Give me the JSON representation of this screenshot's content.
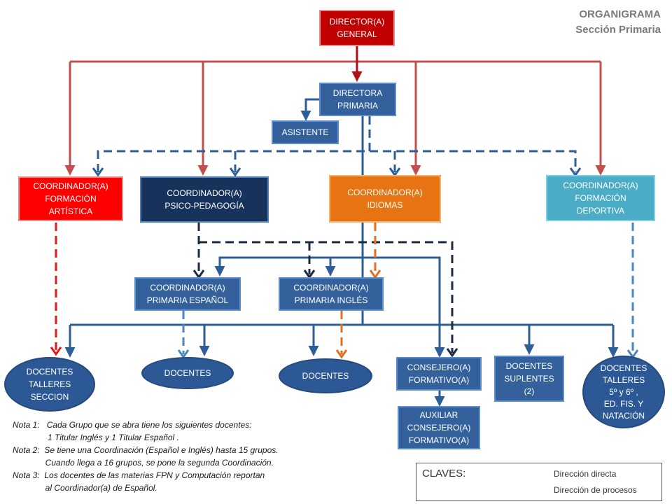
{
  "title": {
    "line1": "ORGANIGRAMA",
    "line2": "Sección Primaria"
  },
  "nodes": {
    "director_general": "DIRECTOR(A)\nGENERAL",
    "directora_primaria": "DIRECTORA\nPRIMARIA",
    "asistente": "ASISTENTE",
    "coord_artistica": "COORDINADOR(A)\nFORMACIÓN\nARTÍSTICA",
    "coord_psico": "COORDINADOR(A)\nPSICO-PEDAGOGÍA",
    "coord_idiomas": "COORDINADOR(A)\nIDIOMAS",
    "coord_deportiva": "COORDINADOR(A)\nFORMACIÓN\nDEPORTIVA",
    "coord_espanol": "COORDINADOR(A)\nPRIMARIA ESPAÑOL",
    "coord_ingles": "COORDINADOR(A)\nPRIMARIA INGLÉS",
    "docentes_talleres_seccion": "DOCENTES\nTALLERES\nSECCION",
    "docentes_1": "DOCENTES",
    "docentes_2": "DOCENTES",
    "consejero": "CONSEJERO(A)\nFORMATIVO(A)",
    "docentes_suplentes": "DOCENTES\nSUPLENTES\n(2)",
    "docentes_talleres_5_6": "DOCENTES\nTALLERES\n5º y 6º ,\nED. FIS. Y\nNATACIÓN",
    "auxiliar_consejero": "AUXILIAR\nCONSEJERO(A)\nFORMATIVO(A)"
  },
  "notes": [
    "Nota 1:   Cada Grupo que se abra tiene los siguientes docentes:",
    "               1 Titular Inglés y 1 Titular Español .",
    "Nota 2:  Se tiene una Coordinación (Español e Inglés) hasta 15 grupos.",
    "              Cuando llega a 16 grupos, se pone la segunda Coordinación.",
    "Nota 3:  Los docentes de las materias FPN y Computación reportan",
    "              al Coordinador(a) de Español."
  ],
  "legend": {
    "label": "CLAVES:",
    "direct": "Dirección directa",
    "process": "Dirección de procesos"
  },
  "colors": {
    "red_line": "#c0504d",
    "blue_line": "#2e5e96",
    "dark_line": "#1b2b45",
    "orange_line": "#e07020",
    "light_blue_line": "#4a86c0",
    "red_dash": "#e21a1a",
    "node_blue": "#34619c",
    "node_dark": "#17335c",
    "node_red": "#ff0000",
    "node_darkred": "#c00000",
    "node_orange": "#e87313",
    "node_teal": "#4bacc6"
  }
}
